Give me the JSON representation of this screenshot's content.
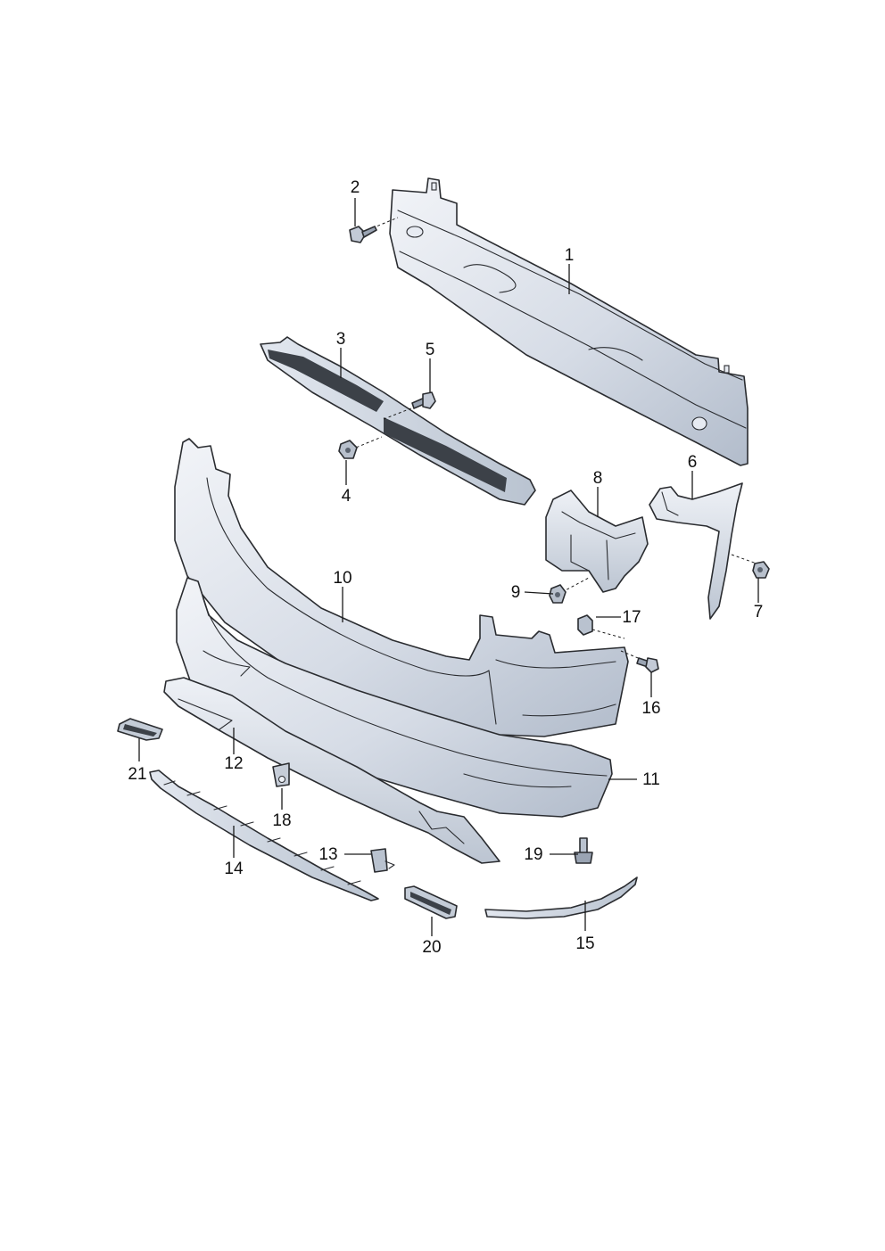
{
  "colors": {
    "part_fill_light": "#eef1f6",
    "part_fill_mid": "#d4dbe5",
    "part_fill_dark": "#aeb8c6",
    "outline": "#2a2c30",
    "background": "#ffffff"
  },
  "callouts": {
    "n1": "1",
    "n2": "2",
    "n3": "3",
    "n4": "4",
    "n5": "5",
    "n6": "6",
    "n7": "7",
    "n8": "8",
    "n9": "9",
    "n10": "10",
    "n11": "11",
    "n12": "12",
    "n13": "13",
    "n14": "14",
    "n15": "15",
    "n16": "16",
    "n17": "17",
    "n18": "18",
    "n19": "19",
    "n20": "20",
    "n21": "21"
  }
}
